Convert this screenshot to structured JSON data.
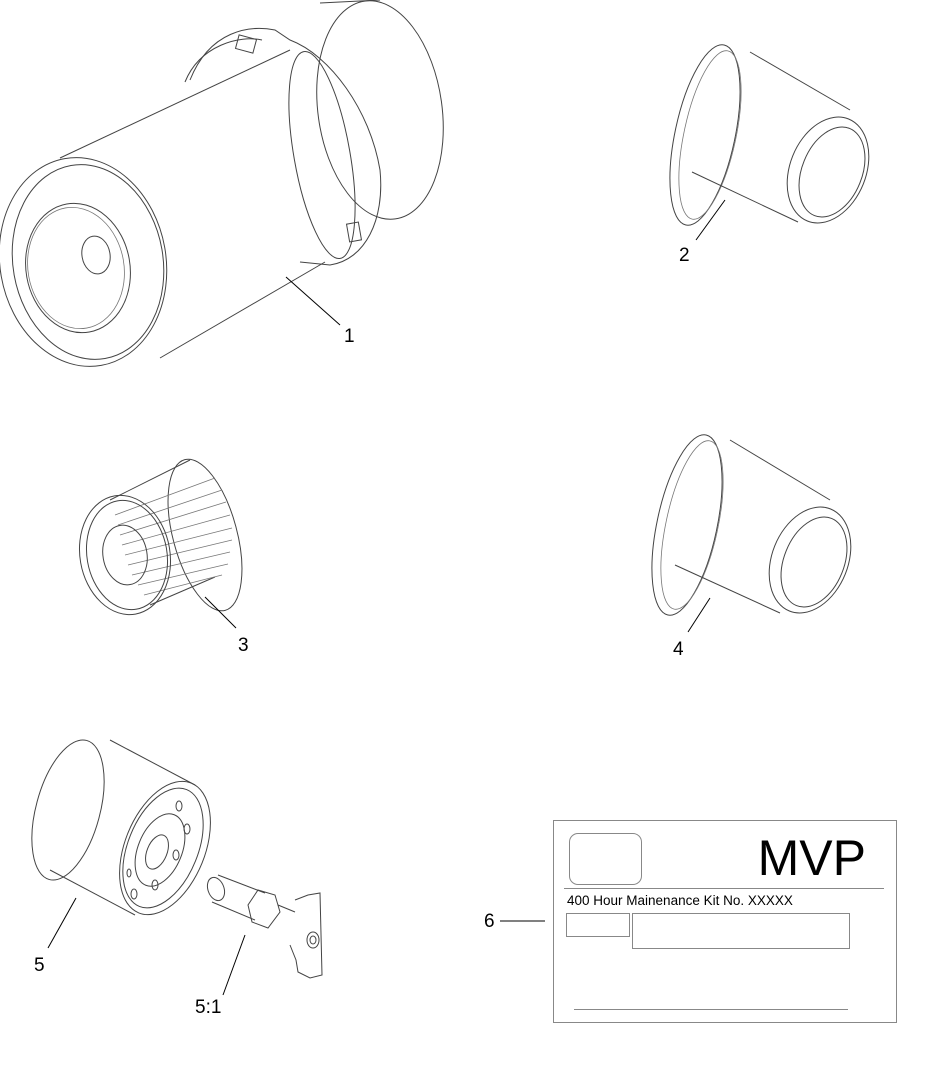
{
  "diagram": {
    "type": "parts-exploded-view",
    "callouts": [
      {
        "id": "1",
        "label": "1",
        "part": "air-filter-element"
      },
      {
        "id": "2",
        "label": "2",
        "part": "filter-cartridge"
      },
      {
        "id": "3",
        "label": "3",
        "part": "pleated-filter"
      },
      {
        "id": "4",
        "label": "4",
        "part": "filter-cartridge"
      },
      {
        "id": "5",
        "label": "5",
        "part": "spin-on-oil-filter"
      },
      {
        "id": "5:1",
        "label": "5:1",
        "part": "drain-valve-fitting"
      },
      {
        "id": "6",
        "label": "6",
        "part": "kit-label"
      }
    ],
    "kit_label": {
      "brand": "MVP",
      "kit_text": "400 Hour Mainenance Kit No. XXXXX"
    }
  },
  "colors": {
    "line": "#444444",
    "text": "#000000",
    "background": "#ffffff",
    "border": "#888888"
  }
}
